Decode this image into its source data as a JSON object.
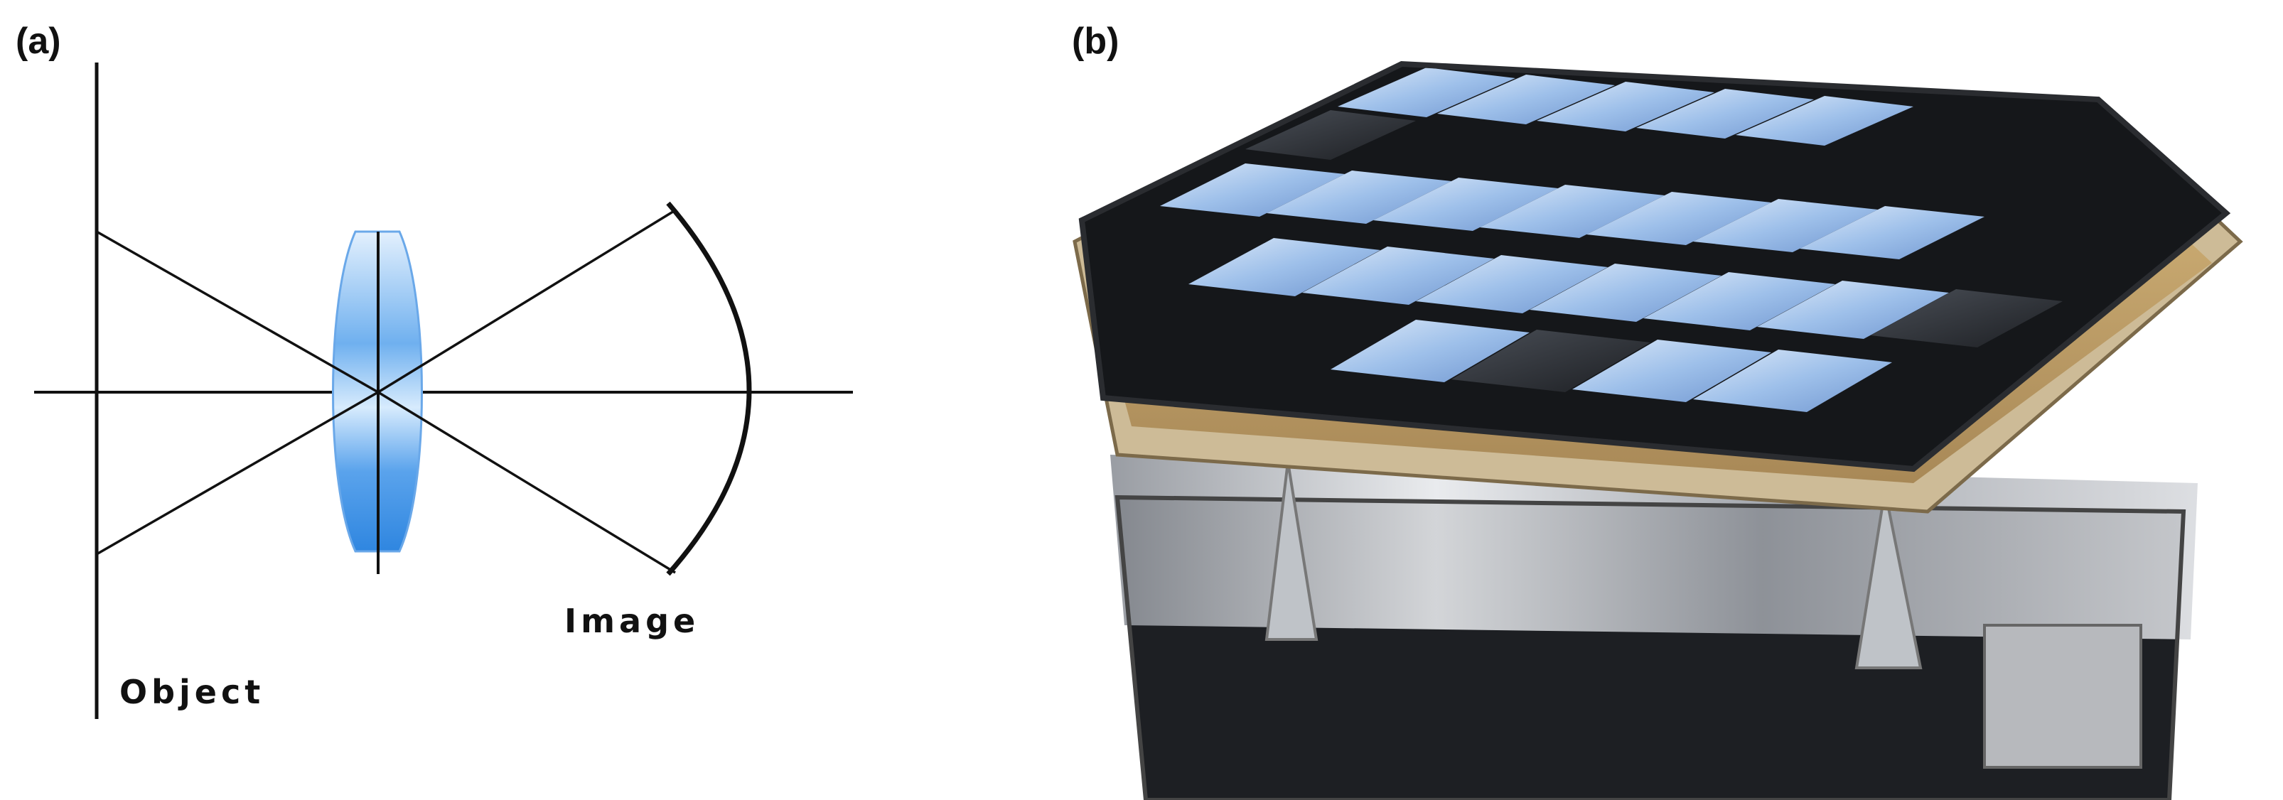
{
  "panels": {
    "a": {
      "label": "(a)",
      "object_label": "Object",
      "image_label": "Image"
    },
    "b": {
      "label": "(b)"
    }
  },
  "colors": {
    "lens_light": "#cfe6fb",
    "lens_dark": "#3b8fe6",
    "line": "#111111",
    "tile_light": "#b9d3f2",
    "tile_dark": "#2a2d33",
    "gold": "#b4873a",
    "foil": "#c9ccd1"
  }
}
